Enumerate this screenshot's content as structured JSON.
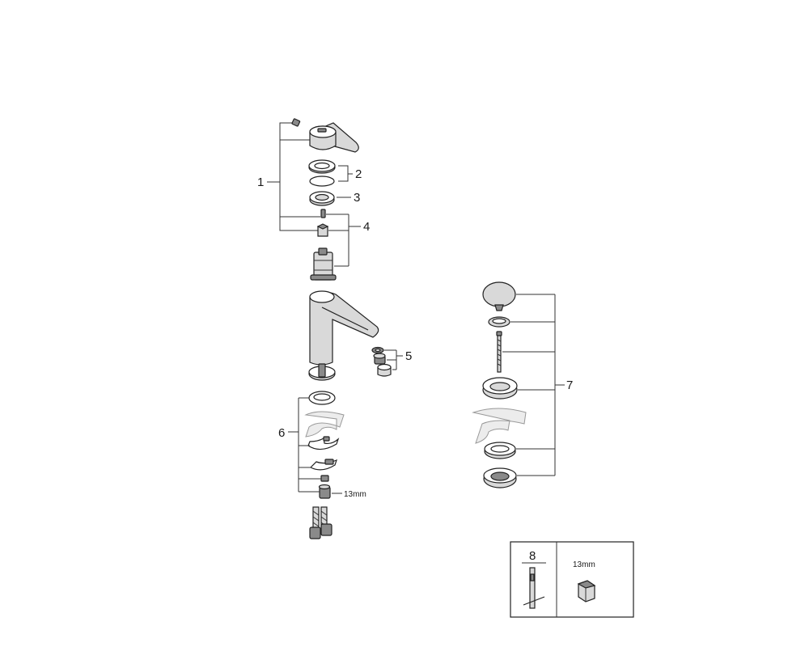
{
  "callouts": {
    "c1": "1",
    "c2": "2",
    "c3": "3",
    "c4": "4",
    "c5": "5",
    "c6": "6",
    "c7": "7",
    "c8": "8"
  },
  "dimensions": {
    "nut_wrench_size": "13mm",
    "tool_wrench_size": "13mm"
  }
}
